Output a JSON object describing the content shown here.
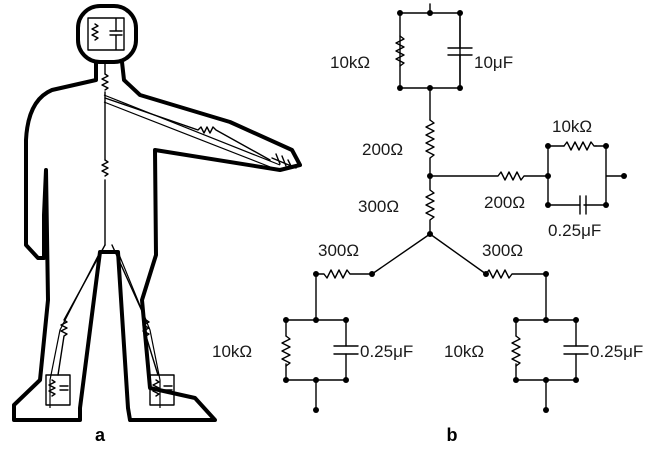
{
  "figure": {
    "panels": {
      "a": "a",
      "b": "b"
    },
    "head_node": {
      "r": "10kΩ",
      "c": "10μF"
    },
    "neck_resistor": "200Ω",
    "torso_resistor": "300Ω",
    "arm_branch": {
      "series": "200Ω",
      "r": "10kΩ",
      "c": "0.25μF"
    },
    "left_leg": {
      "series": "300Ω",
      "r": "10kΩ",
      "c": "0.25μF"
    },
    "right_leg": {
      "series": "300Ω",
      "r": "10kΩ",
      "c": "0.25μF"
    }
  }
}
